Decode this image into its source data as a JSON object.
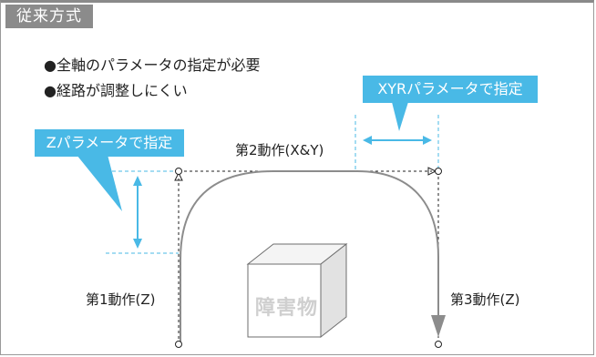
{
  "panel": {
    "tab_label": "従来方式"
  },
  "bullets": [
    "●全軸のパラメータの指定が必要",
    "●経路が調整しにくい"
  ],
  "callouts": {
    "xyr": "XYRパラメータで指定",
    "z": "Zパラメータで指定"
  },
  "labels": {
    "move1": "第1動作(Z)",
    "move2": "第2動作(X&Y)",
    "move3": "第3動作(Z)",
    "obstacle": "障害物"
  },
  "colors": {
    "accent": "#49b9e6",
    "path": "#8c8c8c",
    "tab": "#8b8b8b"
  }
}
